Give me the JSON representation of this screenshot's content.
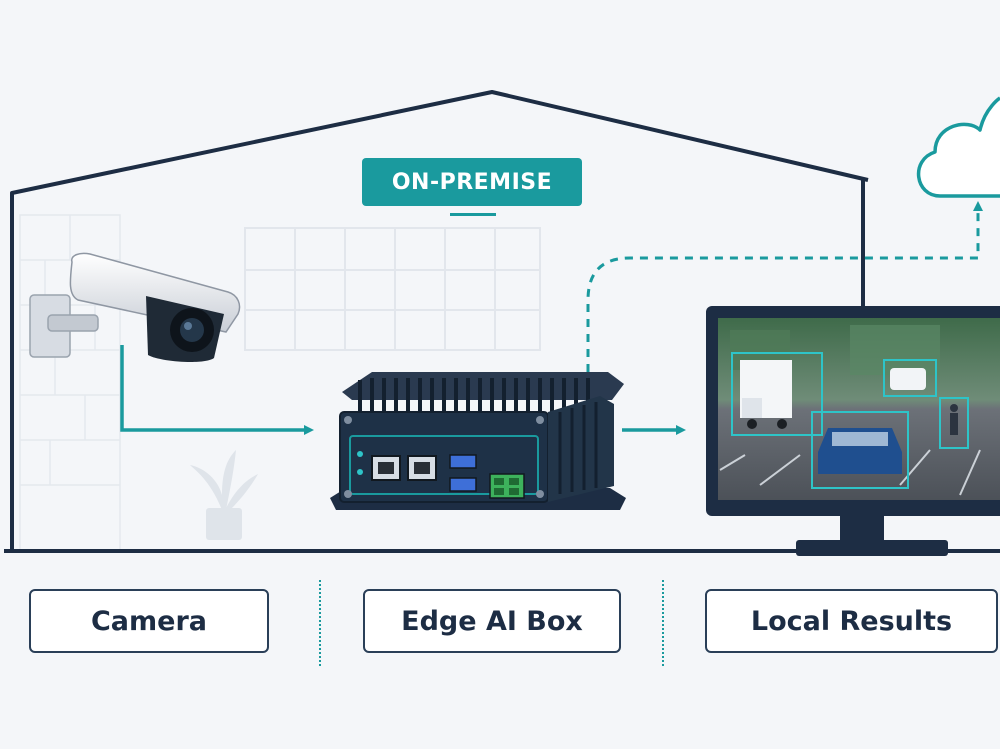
{
  "badge": {
    "text": "ON-PREMISE"
  },
  "labels": {
    "camera": "Camera",
    "edge_box": "Edge AI Box",
    "results": "Local Results"
  },
  "icons": [
    "security-camera-icon",
    "edge-ai-box-icon",
    "monitor-icon",
    "cloud-icon",
    "plant-icon"
  ],
  "colors": {
    "accent_teal": "#1a9a9e",
    "outline_navy": "#1d2d44",
    "background": "#f4f6f9"
  }
}
